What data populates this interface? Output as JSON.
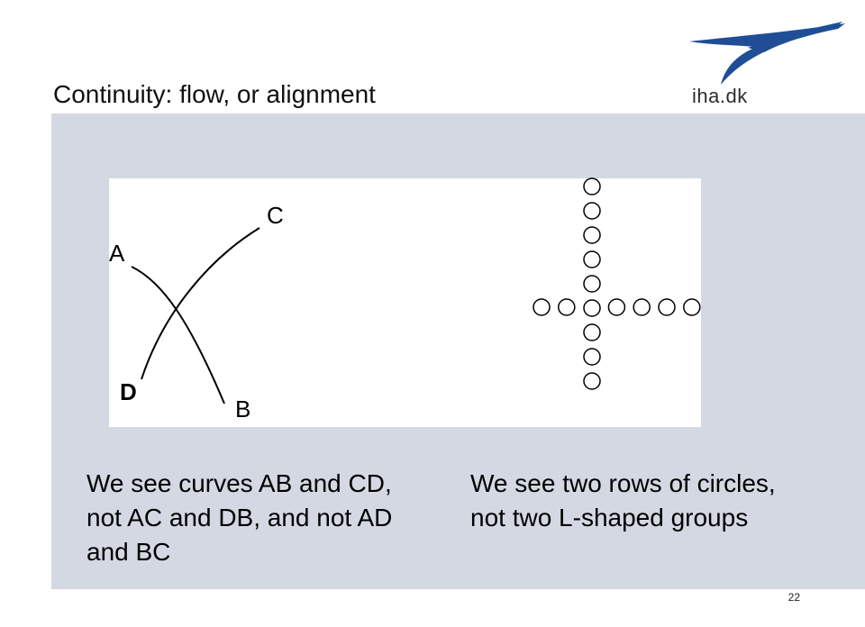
{
  "slide": {
    "title": "Continuity: flow, or alignment",
    "logo_text": "iha.dk",
    "page_number": "22"
  },
  "figure_left": {
    "labels": {
      "a": "A",
      "b": "B",
      "c": "C",
      "d": "D"
    }
  },
  "figure_right": {
    "vertical_circle_count": 9,
    "horizontal_circle_count": 7
  },
  "captions": {
    "left": "We see curves AB and CD, not AC and DB, and not AD and BC",
    "right": "We see two rows of circles, not two L-shaped groups"
  },
  "colors": {
    "panel": "#d4d8e3",
    "logo_blue": "#1f4e96"
  }
}
